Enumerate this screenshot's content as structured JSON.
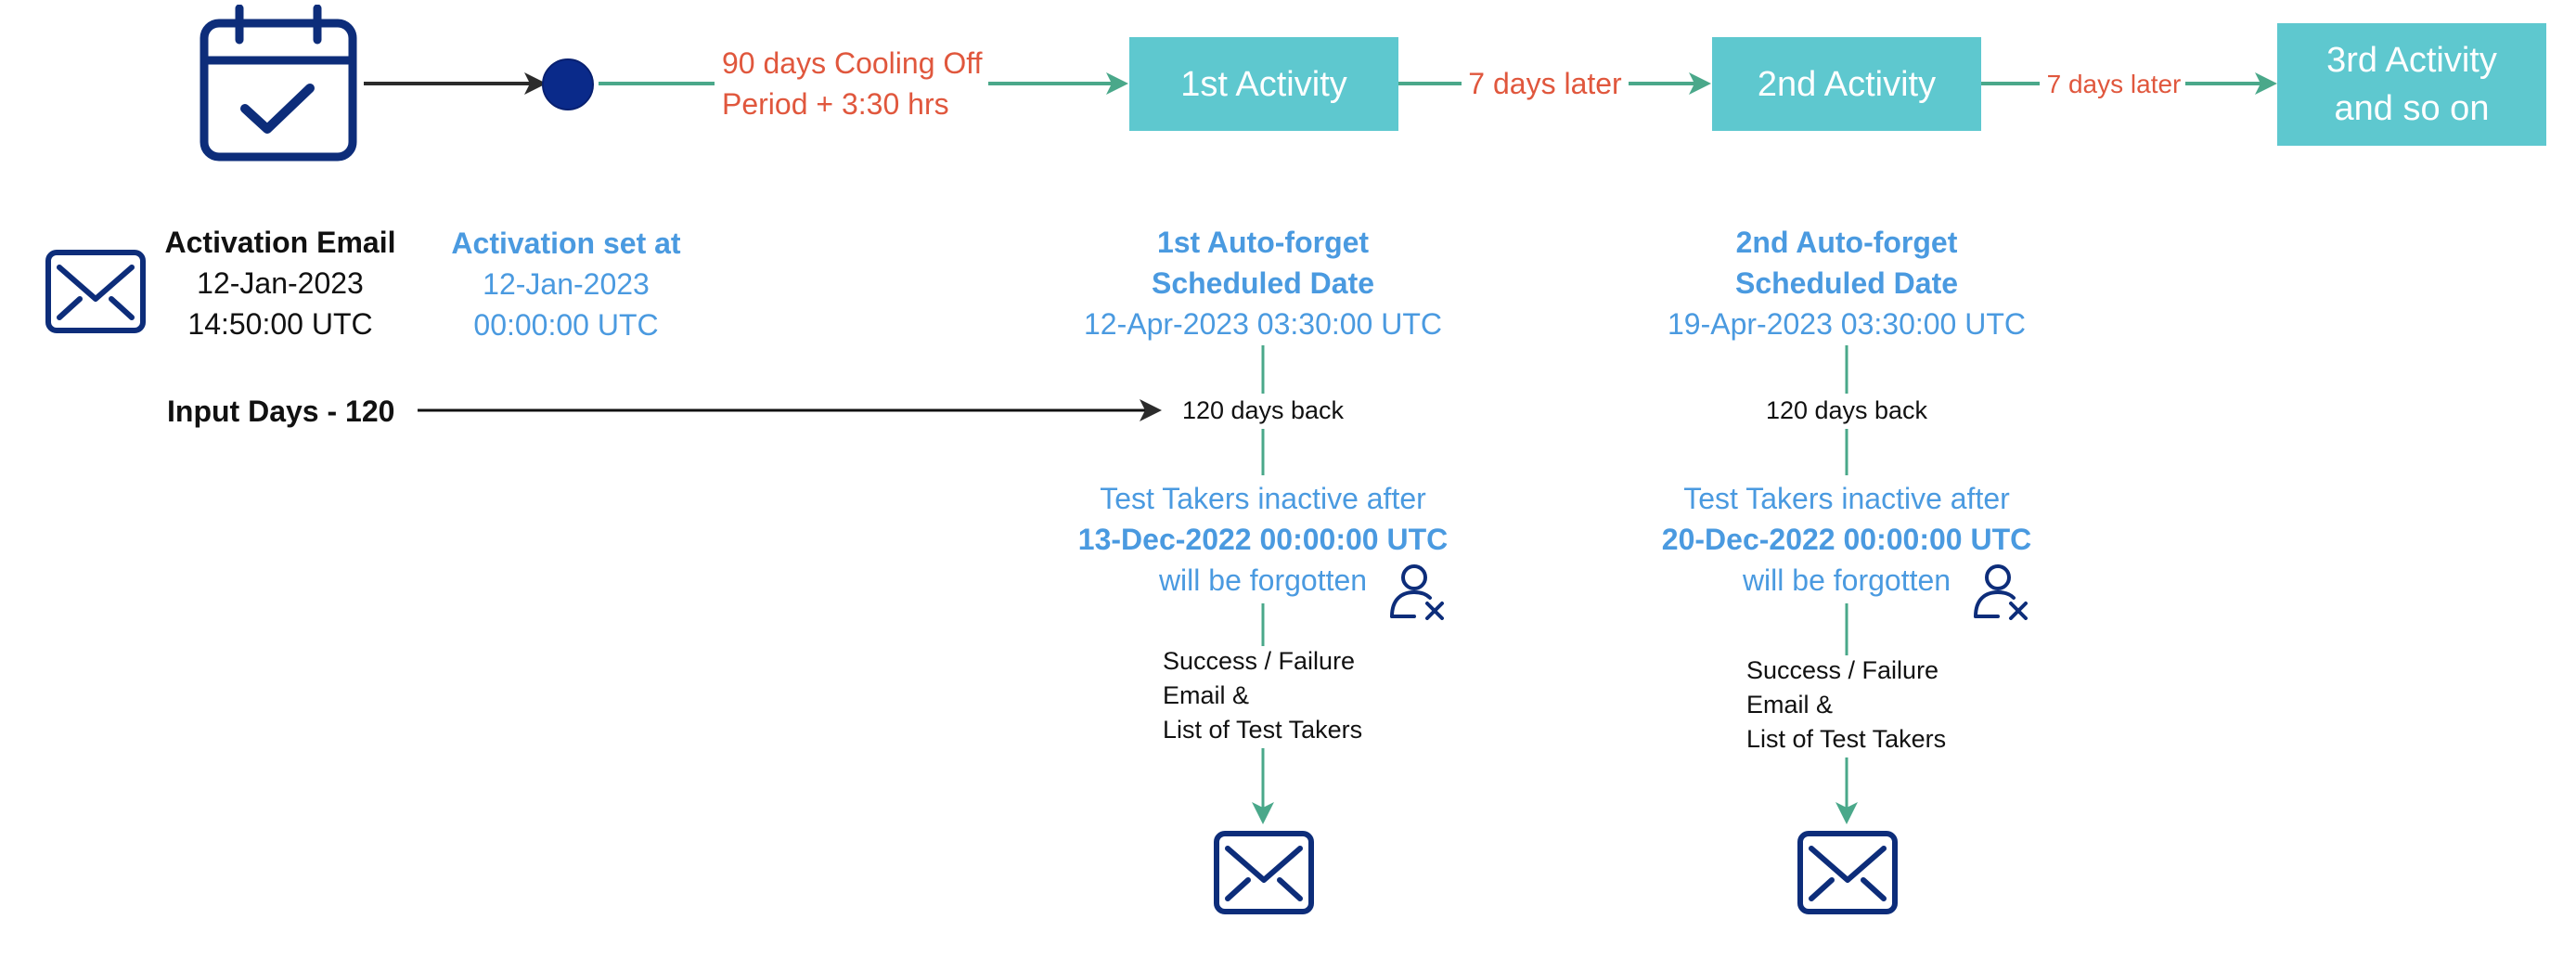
{
  "top_flow": {
    "cooling_off_line1": "90 days Cooling Off",
    "cooling_off_line2": "Period + 3:30 hrs",
    "first_activity": "1st Activity",
    "interval_1": "7 days later",
    "second_activity": "2nd Activity",
    "interval_2": "7 days later",
    "third_activity_line1": "3rd Activity",
    "third_activity_line2": "and so on"
  },
  "activation_email": {
    "title": "Activation Email",
    "date": "12-Jan-2023",
    "time": "14:50:00 UTC"
  },
  "activation_set": {
    "title": "Activation set at",
    "date": "12-Jan-2023",
    "time": "00:00:00 UTC"
  },
  "input_days": "Input Days - 120",
  "first_forget": {
    "title_line1": "1st Auto-forget",
    "title_line2": "Scheduled Date",
    "datetime": "12-Apr-2023 03:30:00 UTC",
    "days_back": "120 days back",
    "inactive_line1": "Test Takers inactive after",
    "inactive_date": "13-Dec-2022 00:00:00 UTC",
    "inactive_line3": "will be forgotten",
    "result_line1": "Success / Failure",
    "result_line2": "Email &",
    "result_line3": "List of Test Takers"
  },
  "second_forget": {
    "title_line1": "2nd Auto-forget",
    "title_line2": "Scheduled Date",
    "datetime": "19-Apr-2023 03:30:00 UTC",
    "days_back": "120 days back",
    "inactive_line1": "Test Takers inactive after",
    "inactive_date": "20-Dec-2022 00:00:00 UTC",
    "inactive_line3": "will be forgotten",
    "result_line1": "Success / Failure",
    "result_line2": "Email &",
    "result_line3": "List of Test Takers"
  },
  "colors": {
    "box": "#5ec8cf",
    "flow_arrow": "#4aa88a",
    "highlight_text": "#e0573d",
    "info_text": "#4a9ae0",
    "icon_navy": "#0d2d7a"
  },
  "icons": [
    "calendar-check-icon",
    "envelope-icon",
    "user-remove-icon"
  ]
}
